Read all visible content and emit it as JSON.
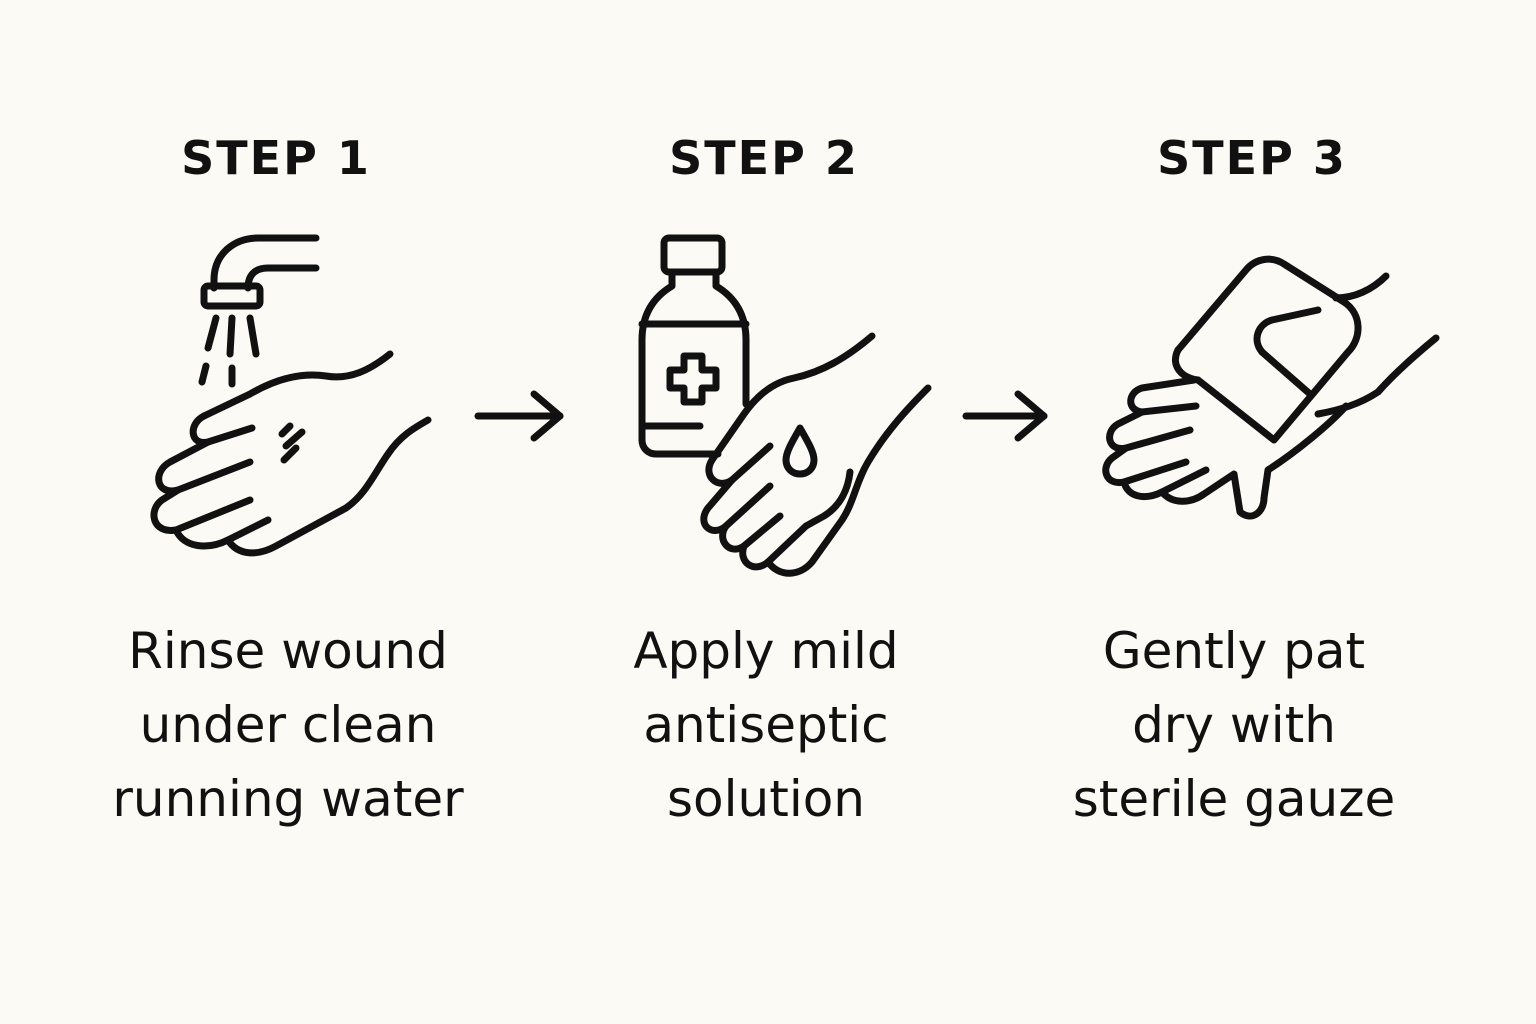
{
  "steps": [
    {
      "title": "STEP 1",
      "lines": [
        "Rinse wound",
        "under clean",
        "running water"
      ],
      "icon": "hand-under-faucet-icon"
    },
    {
      "title": "STEP 2",
      "lines": [
        "Apply mild",
        "antiseptic",
        "solution"
      ],
      "icon": "antiseptic-bottle-hand-icon"
    },
    {
      "title": "STEP 3",
      "lines": [
        "Gently pat",
        "dry with",
        "sterile gauze"
      ],
      "icon": "gauze-on-hand-icon"
    }
  ],
  "connector_icon": "arrow-right-icon",
  "colors": {
    "background": "#fcfaf5",
    "ink": "#111111"
  }
}
